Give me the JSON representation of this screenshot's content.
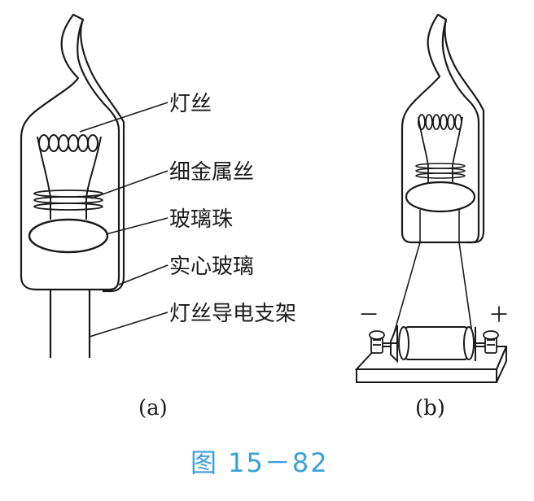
{
  "figure": {
    "caption": "图 15－82",
    "panel_a": {
      "sublabel": "(a)",
      "labels": {
        "filament": "灯丝",
        "fine_wire": "细金属丝",
        "glass_bead": "玻璃珠",
        "solid_glass": "实心玻璃",
        "support": "灯丝导电支架"
      }
    },
    "panel_b": {
      "sublabel": "(b)",
      "minus": "－",
      "plus": "＋"
    }
  },
  "colors": {
    "line": "#1a1a1a",
    "caption": "#3aa0d8"
  }
}
